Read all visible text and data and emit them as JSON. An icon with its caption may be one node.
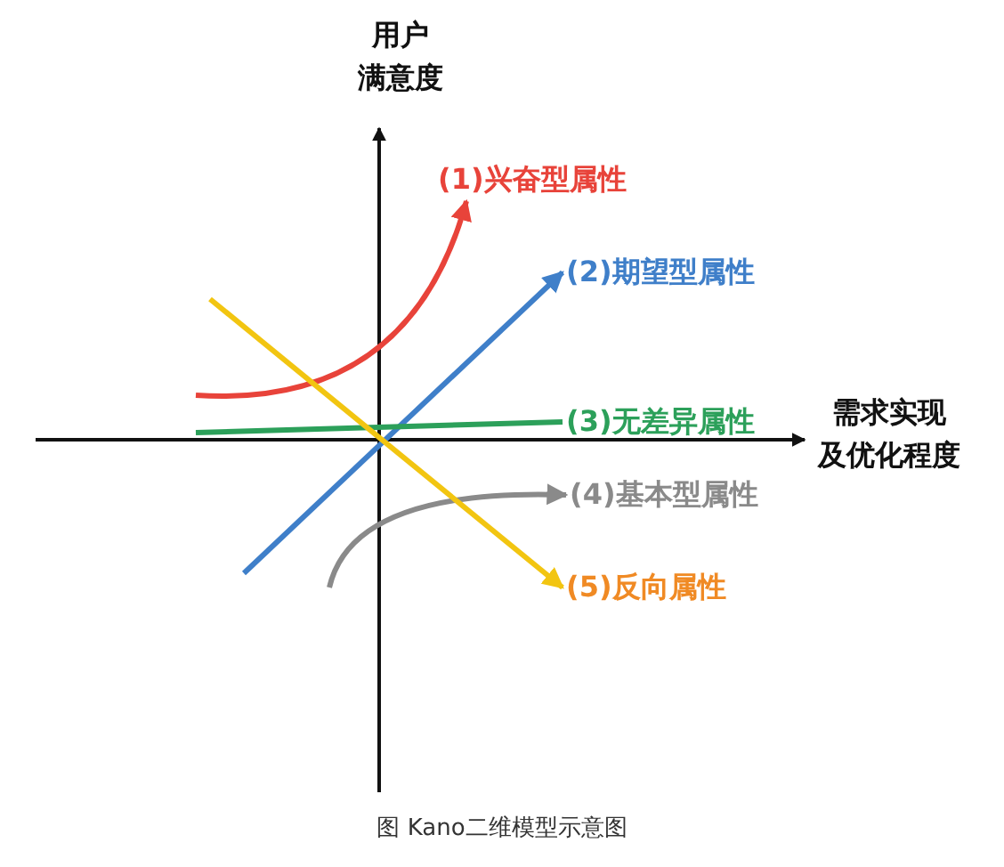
{
  "diagram": {
    "caption": "图 Kano二维模型示意图",
    "nodes": [
      {
        "text": [
          "(1)兴奋型属性"
        ]
      },
      {
        "text": [
          "(2)期望型属性"
        ]
      },
      {
        "text": [
          "(3)无差异属性"
        ]
      },
      {
        "text": [
          "(4)基本型属性"
        ]
      },
      {
        "text": [
          "(5)反向属性"
        ]
      }
    ],
    "edges": [
      {
        "from": null,
        "to": 0,
        "arrow": "to",
        "color": "#e8433a"
      },
      {
        "from": null,
        "to": 1,
        "arrow": "to",
        "color": "#3f7fc9"
      },
      {
        "from": null,
        "to": 2,
        "arrow": "none",
        "color": "#2ca05a"
      },
      {
        "from": null,
        "to": 3,
        "arrow": "to",
        "color": "#8a8a8a"
      },
      {
        "from": null,
        "to": 4,
        "arrow": "to",
        "color": "#f2c511"
      }
    ],
    "labels": [
      "用户满意度",
      "需求实现及优化程度"
    ]
  }
}
